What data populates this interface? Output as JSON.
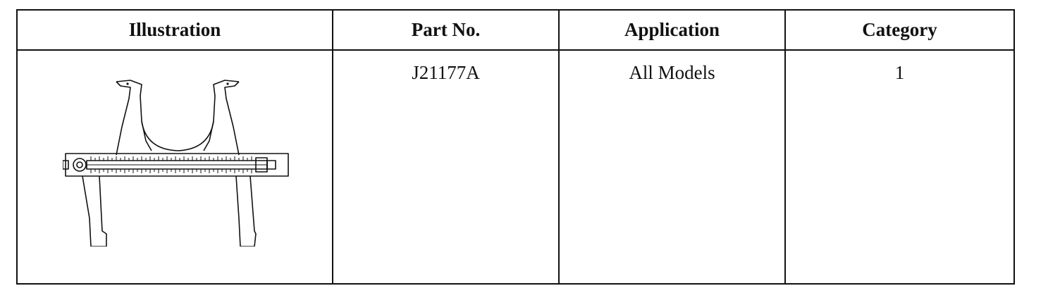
{
  "table": {
    "headers": [
      "Illustration",
      "Part No.",
      "Application",
      "Category"
    ],
    "rows": [
      {
        "illustration": "caliper-tool-icon",
        "part_no": "J21177A",
        "application": "All Models",
        "category": "1"
      }
    ]
  },
  "colors": {
    "line": "#111111",
    "background": "#ffffff"
  }
}
